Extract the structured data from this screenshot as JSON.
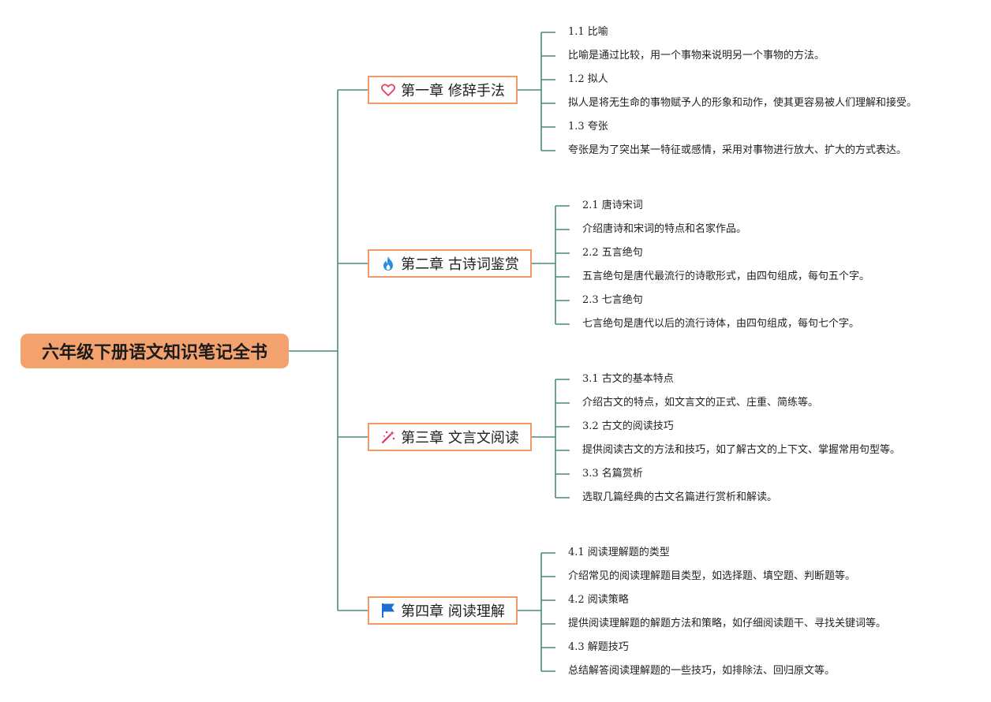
{
  "root": {
    "title": "六年级下册语文知识笔记全书"
  },
  "colors": {
    "root_fill": "#f4a26d",
    "chapter_border": "#ef9a67",
    "connector": "#4a8a7e"
  },
  "chapters": [
    {
      "icon": "heart-icon",
      "title": "第一章 修辞手法",
      "items": [
        "1.1 比喻",
        "比喻是通过比较，用一个事物来说明另一个事物的方法。",
        "1.2 拟人",
        "拟人是将无生命的事物赋予人的形象和动作，使其更容易被人们理解和接受。",
        "1.3 夸张",
        "夸张是为了突出某一特征或感情，采用对事物进行放大、扩大的方式表达。"
      ]
    },
    {
      "icon": "flame-icon",
      "title": "第二章 古诗词鉴赏",
      "items": [
        "2.1 唐诗宋词",
        "介绍唐诗和宋词的特点和名家作品。",
        "2.2 五言绝句",
        "五言绝句是唐代最流行的诗歌形式，由四句组成，每句五个字。",
        "2.3 七言绝句",
        "七言绝句是唐代以后的流行诗体，由四句组成，每句七个字。"
      ]
    },
    {
      "icon": "magic-wand-icon",
      "title": "第三章 文言文阅读",
      "items": [
        "3.1 古文的基本特点",
        "介绍古文的特点，如文言文的正式、庄重、简练等。",
        "3.2 古文的阅读技巧",
        "提供阅读古文的方法和技巧，如了解古文的上下文、掌握常用句型等。",
        "3.3 名篇赏析",
        "选取几篇经典的古文名篇进行赏析和解读。"
      ]
    },
    {
      "icon": "flag-icon",
      "title": "第四章 阅读理解",
      "items": [
        "4.1 阅读理解题的类型",
        "介绍常见的阅读理解题目类型，如选择题、填空题、判断题等。",
        "4.2 阅读策略",
        "提供阅读理解题的解题方法和策略，如仔细阅读题干、寻找关键词等。",
        "4.3 解题技巧",
        "总结解答阅读理解题的一些技巧，如排除法、回归原文等。"
      ]
    }
  ]
}
